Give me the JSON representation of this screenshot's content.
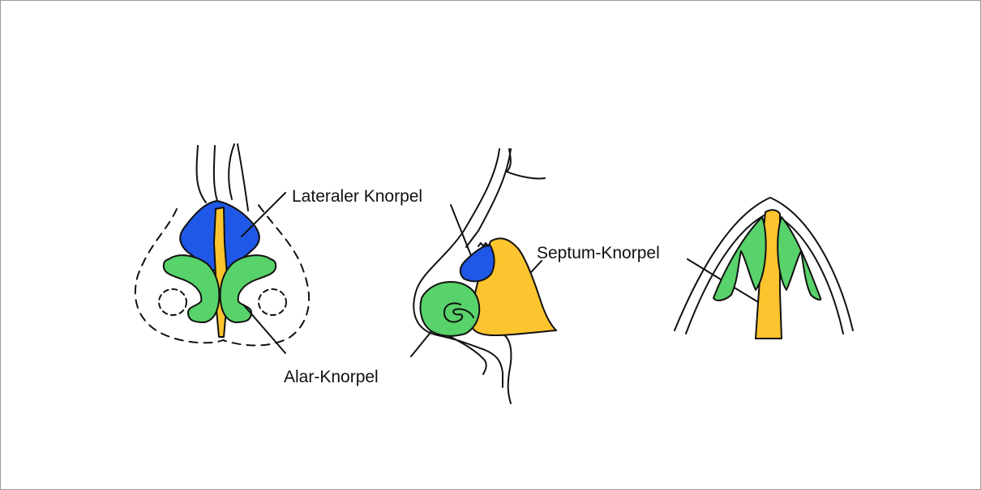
{
  "labels": {
    "lateral": "Lateraler Knorpel",
    "septum": "Septum-Knorpel",
    "alar": "Alar-Knorpel"
  },
  "colors": {
    "lateral_cartilage": "#1f57e6",
    "alar_cartilage": "#58d26a",
    "septum_cartilage": "#fcc42e",
    "outline": "#111111"
  }
}
